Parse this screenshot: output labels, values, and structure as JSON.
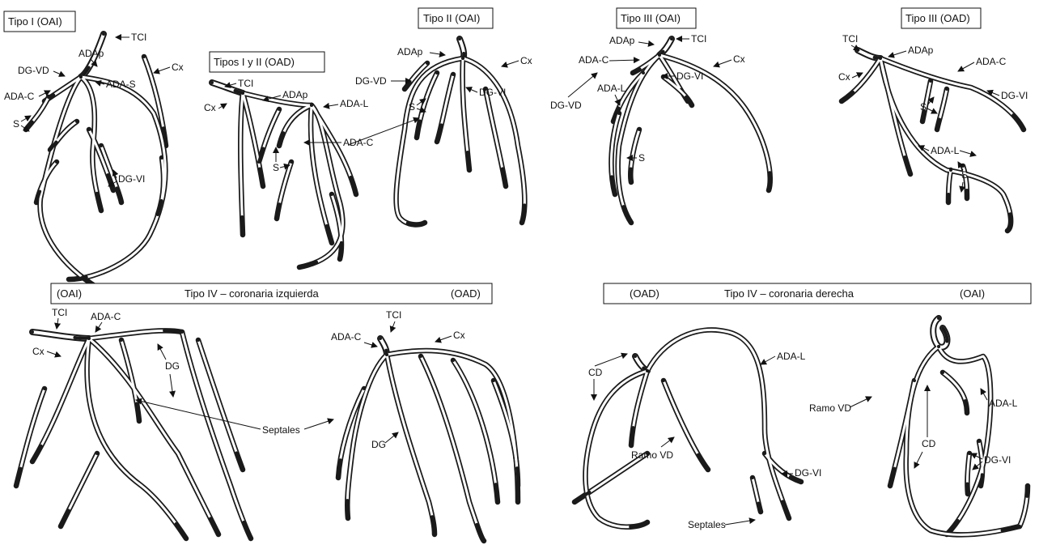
{
  "panels": {
    "tipo1": "Tipo I (OAI)",
    "tipos12": "Tipos I y II (OAD)",
    "tipo2": "Tipo II (OAI)",
    "tipo3oai": "Tipo III (OAI)",
    "tipo3oad": "Tipo III (OAD)",
    "tipo4izq": {
      "left": "(OAI)",
      "center": "Tipo IV – coronaria izquierda",
      "right": "(OAD)"
    },
    "tipo4der": {
      "left": "(OAD)",
      "center": "Tipo IV – coronaria derecha",
      "right": "(OAI)"
    }
  },
  "labels": {
    "tci": "TCI",
    "cx": "Cx",
    "adap": "ADAp",
    "ada_s": "ADA-S",
    "ada_c": "ADA-C",
    "ada_l": "ADA-L",
    "dg_vd": "DG-VD",
    "dg_vi": "DG-VI",
    "dg": "DG",
    "s": "S",
    "septales": "Septales",
    "cd": "CD",
    "ramo_vd": "Ramo VD"
  }
}
